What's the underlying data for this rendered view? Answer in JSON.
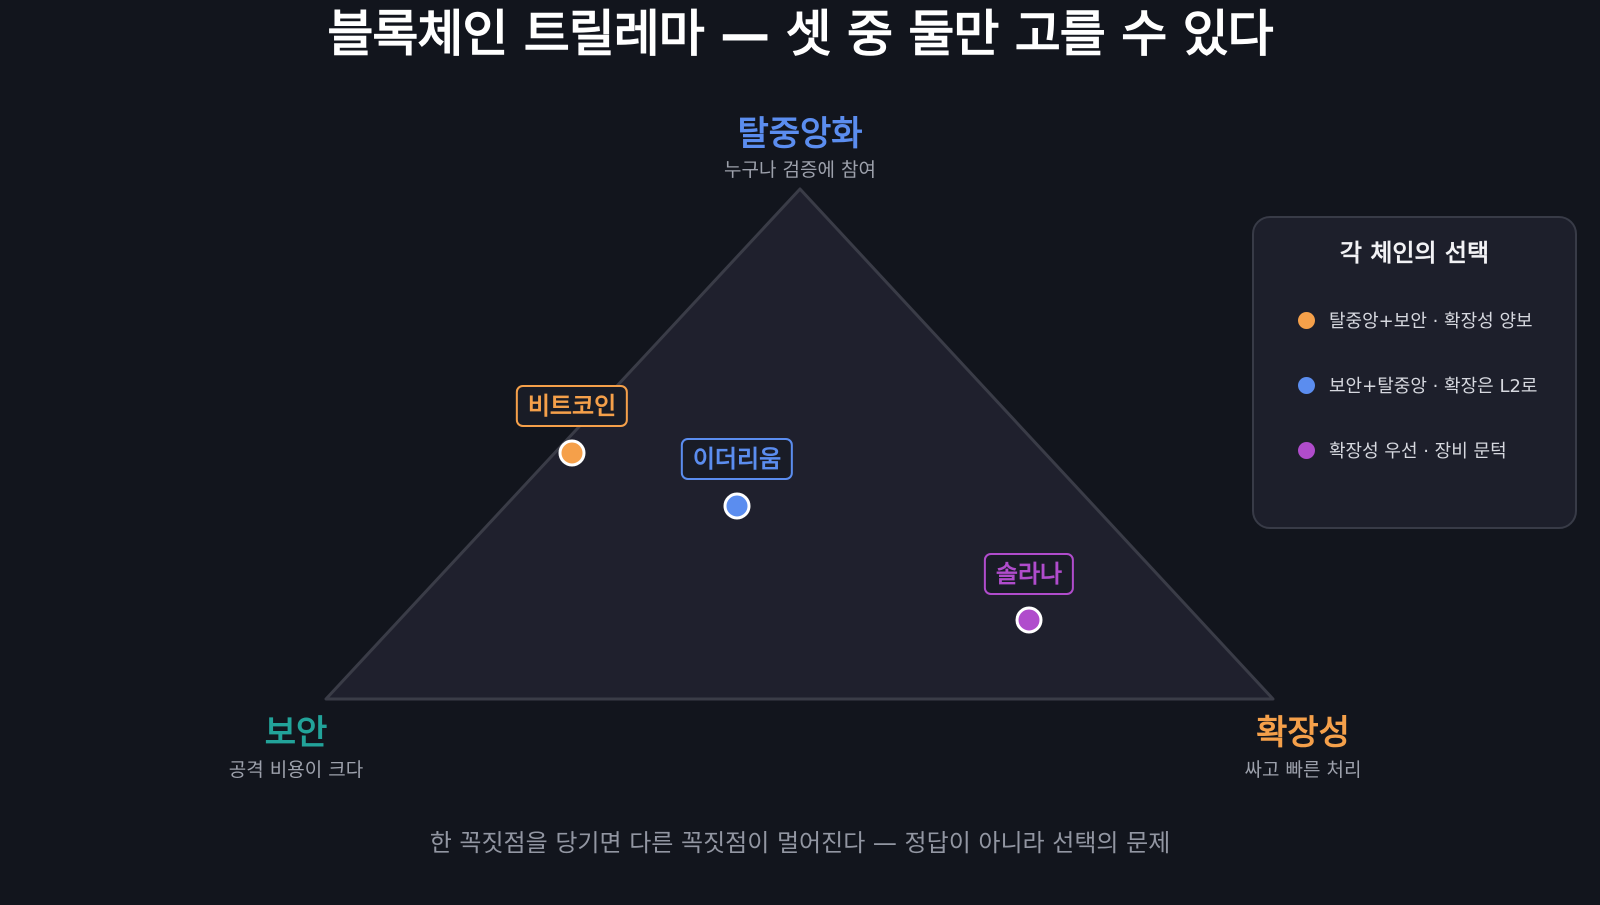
{
  "title": "블록체인 트릴레마 — 셋 중 둘만 고를 수 있다",
  "colors": {
    "background": "#12151d",
    "triangle_fill": "#1f202d",
    "triangle_stroke": "#3a3c47",
    "decentralization": "#5b8def",
    "security": "#22a39a",
    "scalability": "#f5a04a",
    "bitcoin": "#f5a04a",
    "ethereum": "#5b8def",
    "solana": "#b04ccc"
  },
  "vertices": {
    "decentralization": {
      "title": "탈중앙화",
      "subtitle": "누구나 검증에 참여"
    },
    "security": {
      "title": "보안",
      "subtitle": "공격 비용이 크다"
    },
    "scalability": {
      "title": "확장성",
      "subtitle": "싸고 빠른 처리"
    }
  },
  "chains": [
    {
      "label": "비트코인",
      "color": "#f5a04a"
    },
    {
      "label": "이더리움",
      "color": "#5b8def"
    },
    {
      "label": "솔라나",
      "color": "#b04ccc"
    }
  ],
  "legend": {
    "title": "각 체인의 선택",
    "items": [
      {
        "text": "탈중앙+보안 · 확장성 양보",
        "color": "#f5a04a"
      },
      {
        "text": "보안+탈중앙 · 확장은 L2로",
        "color": "#5b8def"
      },
      {
        "text": "확장성 우선 · 장비 문턱",
        "color": "#b04ccc"
      }
    ]
  },
  "footer": "한 꼭짓점을 당기면 다른 꼭짓점이 멀어진다 — 정답이 아니라 선택의 문제"
}
